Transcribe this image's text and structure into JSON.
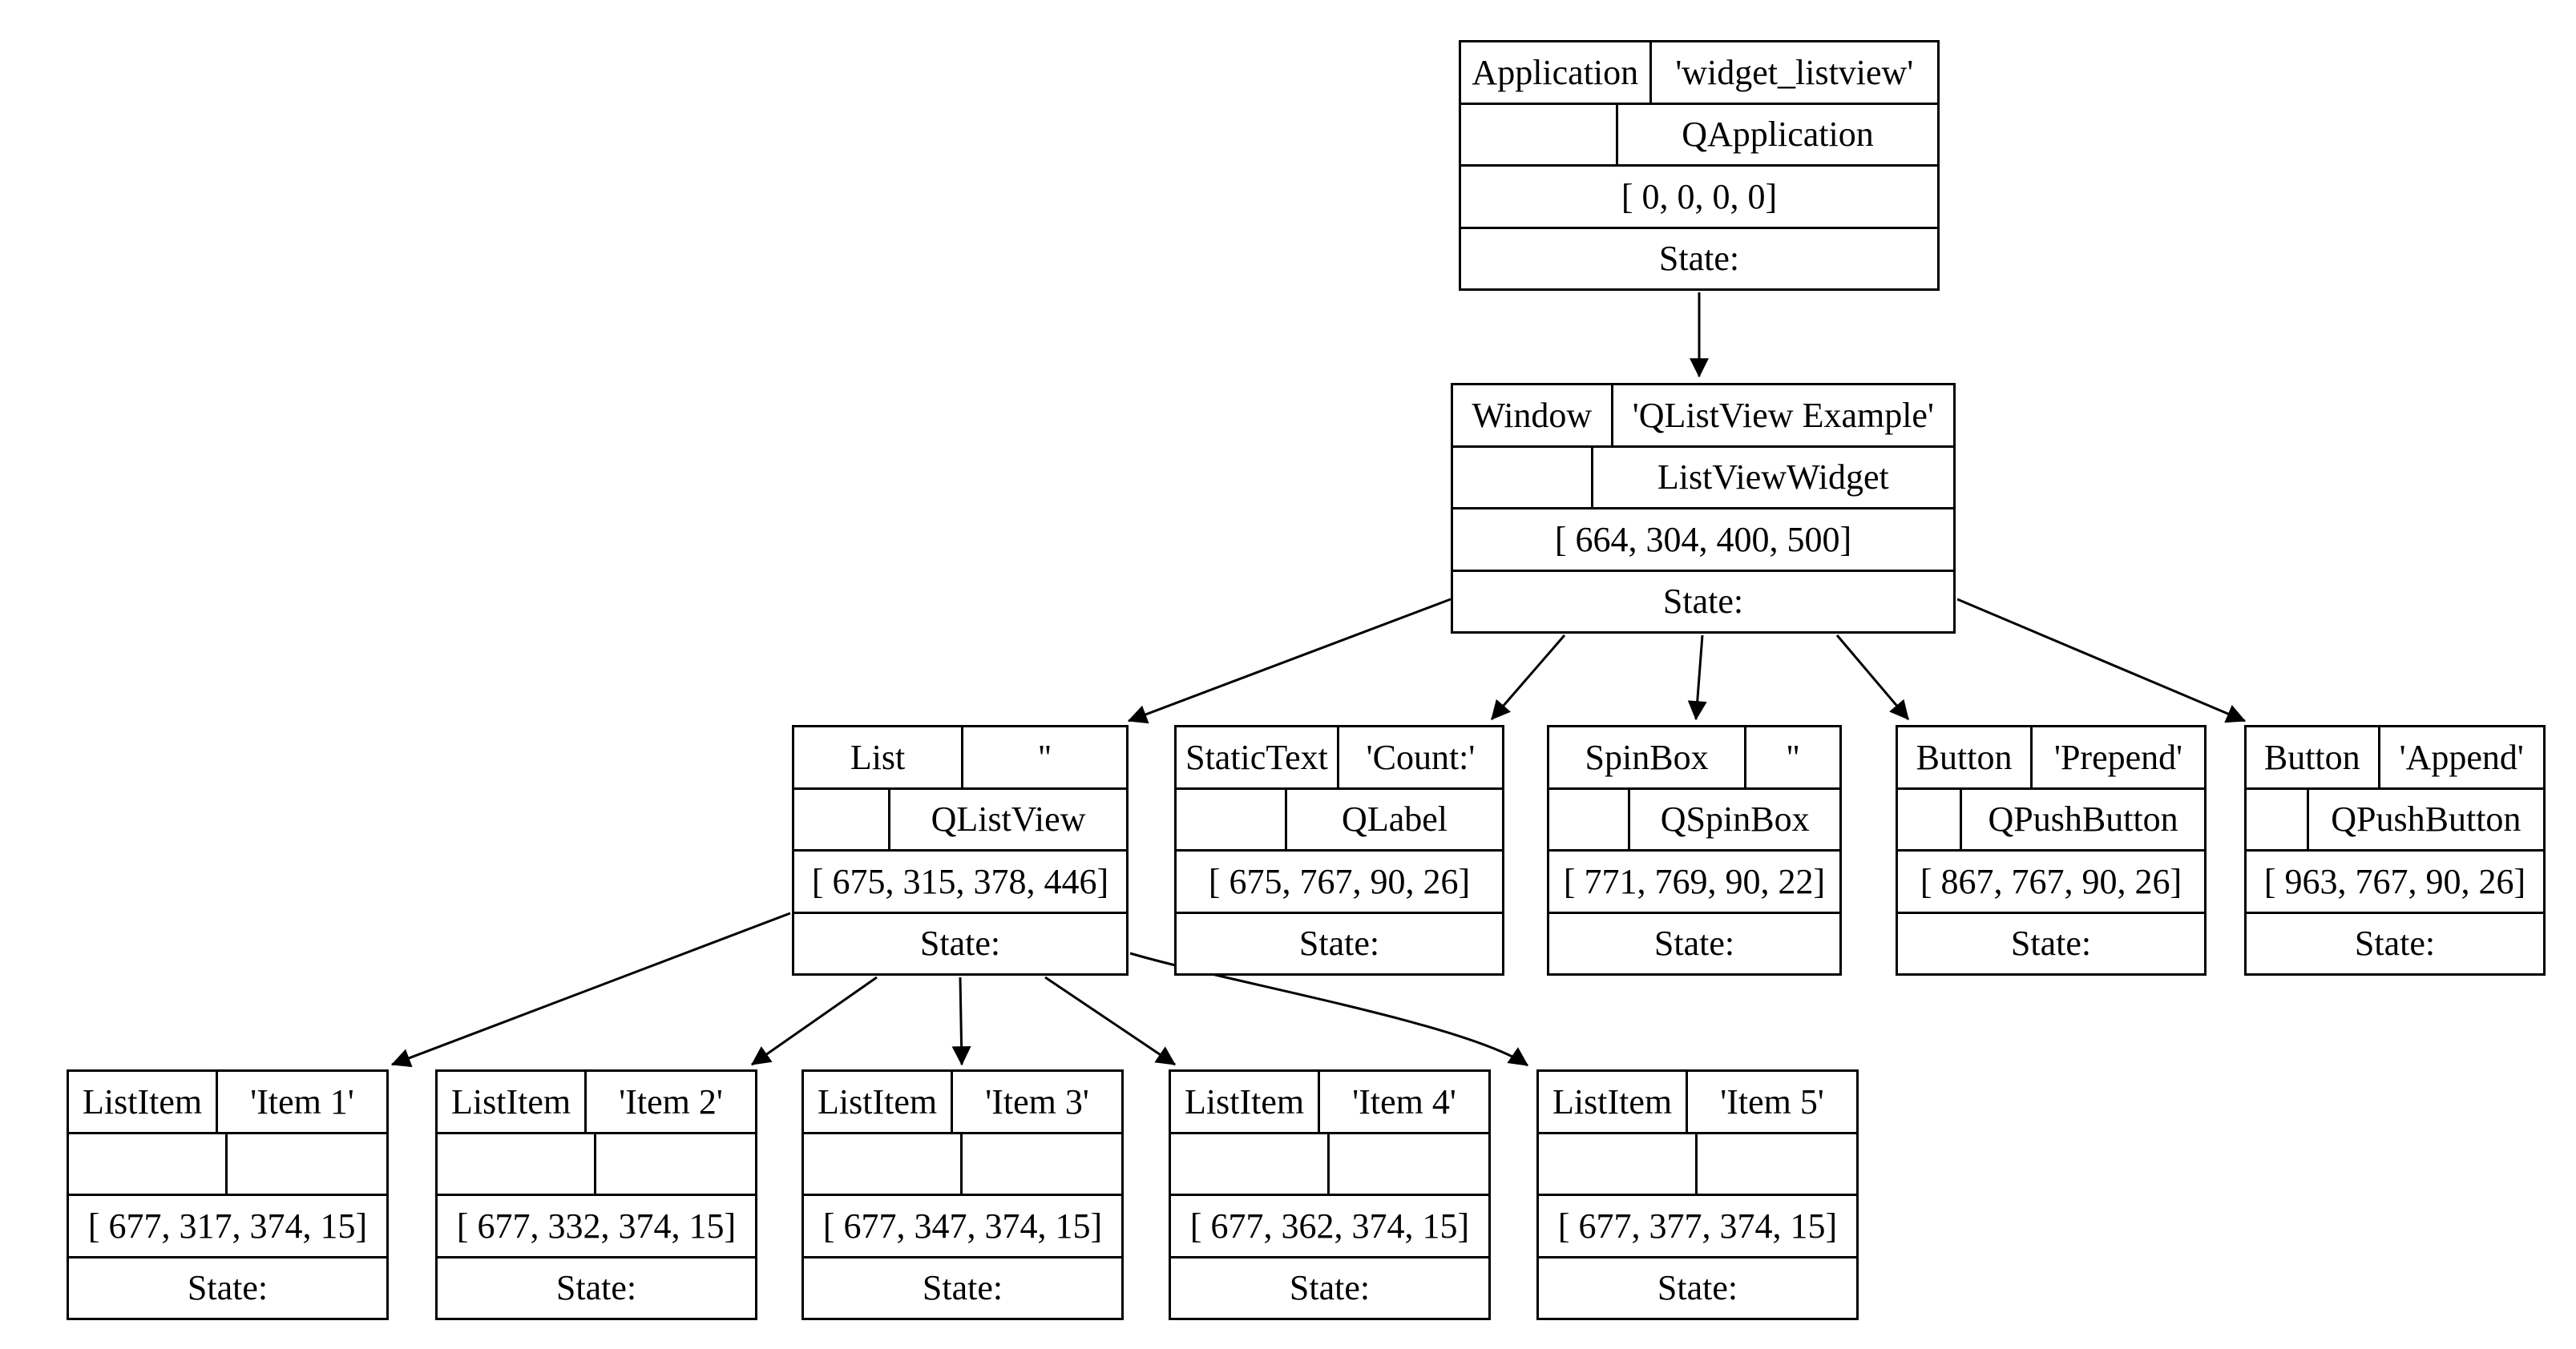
{
  "diagram": {
    "colors": {
      "line": "#000000",
      "background": "#ffffff"
    },
    "nodes": [
      {
        "id": "application",
        "role": "Application",
        "name": "'widget_listview'",
        "class_name": "QApplication",
        "rect": "[ 0, 0, 0, 0]",
        "state_label": "State:"
      },
      {
        "id": "window",
        "role": "Window",
        "name": "'QListView Example'",
        "class_name": "ListViewWidget",
        "rect": "[ 664, 304, 400, 500]",
        "state_label": "State:"
      },
      {
        "id": "list",
        "role": "List",
        "name": "''",
        "class_name": "QListView",
        "rect": "[ 675, 315, 378, 446]",
        "state_label": "State:"
      },
      {
        "id": "statictext",
        "role": "StaticText",
        "name": "'Count:'",
        "class_name": "QLabel",
        "rect": "[ 675, 767, 90, 26]",
        "state_label": "State:"
      },
      {
        "id": "spinbox",
        "role": "SpinBox",
        "name": "''",
        "class_name": "QSpinBox",
        "rect": "[ 771, 769, 90, 22]",
        "state_label": "State:"
      },
      {
        "id": "button-prepend",
        "role": "Button",
        "name": "'Prepend'",
        "class_name": "QPushButton",
        "rect": "[ 867, 767, 90, 26]",
        "state_label": "State:"
      },
      {
        "id": "button-append",
        "role": "Button",
        "name": "'Append'",
        "class_name": "QPushButton",
        "rect": "[ 963, 767, 90, 26]",
        "state_label": "State:"
      },
      {
        "id": "item-1",
        "role": "ListItem",
        "name": "'Item 1'",
        "class_name": "",
        "rect": "[ 677, 317, 374, 15]",
        "state_label": "State:"
      },
      {
        "id": "item-2",
        "role": "ListItem",
        "name": "'Item 2'",
        "class_name": "",
        "rect": "[ 677, 332, 374, 15]",
        "state_label": "State:"
      },
      {
        "id": "item-3",
        "role": "ListItem",
        "name": "'Item 3'",
        "class_name": "",
        "rect": "[ 677, 347, 374, 15]",
        "state_label": "State:"
      },
      {
        "id": "item-4",
        "role": "ListItem",
        "name": "'Item 4'",
        "class_name": "",
        "rect": "[ 677, 362, 374, 15]",
        "state_label": "State:"
      },
      {
        "id": "item-5",
        "role": "ListItem",
        "name": "'Item 5'",
        "class_name": "",
        "rect": "[ 677, 377, 374, 15]",
        "state_label": "State:"
      }
    ],
    "edges": [
      {
        "from": "application",
        "to": "window"
      },
      {
        "from": "window",
        "to": "list"
      },
      {
        "from": "window",
        "to": "statictext"
      },
      {
        "from": "window",
        "to": "spinbox"
      },
      {
        "from": "window",
        "to": "button-prepend"
      },
      {
        "from": "window",
        "to": "button-append"
      },
      {
        "from": "list",
        "to": "item-1"
      },
      {
        "from": "list",
        "to": "item-2"
      },
      {
        "from": "list",
        "to": "item-3"
      },
      {
        "from": "list",
        "to": "item-4"
      },
      {
        "from": "list",
        "to": "item-5"
      }
    ]
  }
}
